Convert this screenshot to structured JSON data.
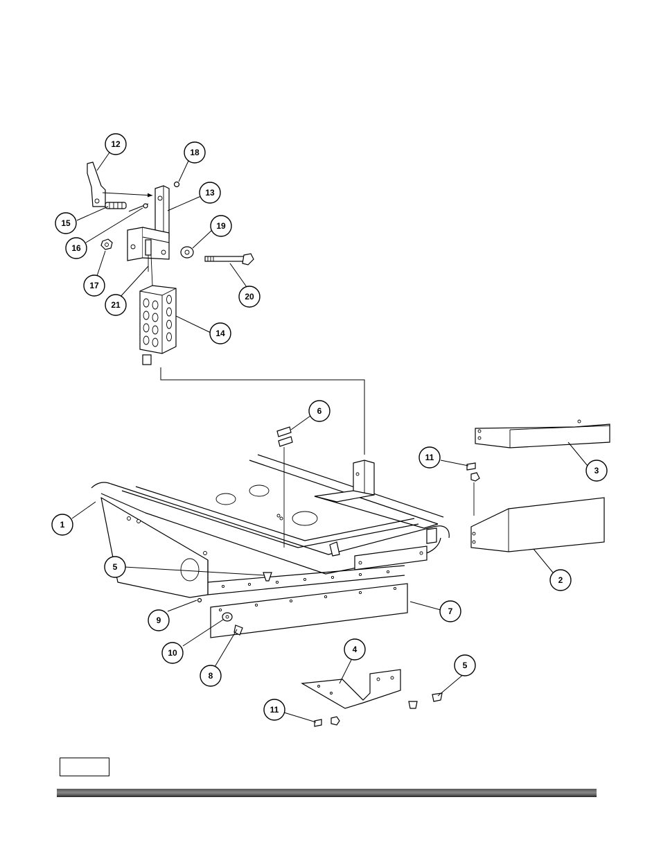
{
  "diagram": {
    "callouts": [
      "12",
      "18",
      "13",
      "15",
      "16",
      "19",
      "17",
      "21",
      "20",
      "14",
      "6",
      "11",
      "3",
      "1",
      "2",
      "5",
      "9",
      "7",
      "10",
      "8",
      "4",
      "5",
      "11"
    ]
  },
  "footer": {
    "page_number": ""
  }
}
